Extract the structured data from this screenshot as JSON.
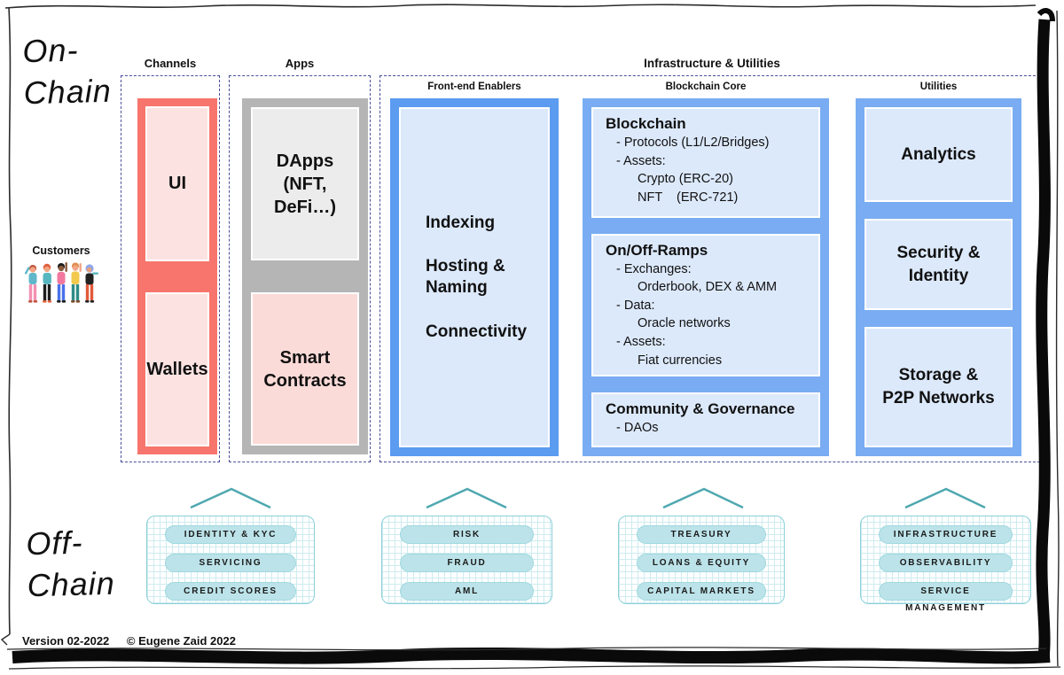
{
  "labels": {
    "on_chain_1": "On-",
    "on_chain_2": "Chain",
    "off_chain_1": "Off-",
    "off_chain_2": "Chain",
    "customers": "Customers",
    "version": "Version 02-2022",
    "copyright": "© Eugene Zaid 2022"
  },
  "channels": {
    "header": "Channels",
    "boxes": [
      {
        "label": "UI"
      },
      {
        "label": "Wallets"
      }
    ]
  },
  "apps": {
    "header": "Apps",
    "dapps_lines": [
      "DApps",
      "(NFT, DeFi…)"
    ],
    "smart_lines": [
      "Smart",
      "Contracts"
    ]
  },
  "infrastructure": {
    "header": "Infrastructure & Utilities",
    "frontend": {
      "header": "Front-end Enablers",
      "items": [
        "Indexing",
        "Hosting & Naming",
        "Connectivity"
      ]
    },
    "core": {
      "header": "Blockchain Core",
      "blockchain": {
        "title": "Blockchain",
        "lines": [
          "- Protocols (L1/L2/Bridges)",
          "- Assets:",
          "Crypto (ERC-20)",
          "NFT    (ERC-721)"
        ]
      },
      "ramps": {
        "title": "On/Off-Ramps",
        "lines": [
          "- Exchanges:",
          "Orderbook, DEX & AMM",
          "- Data:",
          "Oracle networks",
          "- Assets:",
          "Fiat currencies"
        ]
      },
      "community": {
        "title": "Community & Governance",
        "lines": [
          "- DAOs"
        ]
      }
    },
    "utilities": {
      "header": "Utilities",
      "boxes": [
        {
          "lines": [
            "Analytics",
            ""
          ]
        },
        {
          "lines": [
            "Security &",
            "Identity"
          ]
        },
        {
          "lines": [
            "Storage &",
            "P2P Networks"
          ]
        }
      ]
    }
  },
  "off_chain_groups": [
    {
      "pills": [
        "IDENTITY & KYC",
        "SERVICING",
        "CREDIT SCORES"
      ]
    },
    {
      "pills": [
        "RISK",
        "FRAUD",
        "AML"
      ]
    },
    {
      "pills": [
        "TREASURY",
        "LOANS & EQUITY",
        "CAPITAL MARKETS"
      ]
    },
    {
      "pills": [
        "INFRASTRUCTURE",
        "OBSERVABILITY",
        "SERVICE MANAGEMENT"
      ]
    }
  ],
  "colors": {
    "salmon": "#F7756C",
    "salmon_light": "#FCE3E1",
    "gray": "#B5B5B5",
    "gray_light": "#ECECEC",
    "pink_light": "#FBDBD8",
    "blue_frontend": "#5B9BF0",
    "blue_core": "#79ACF2",
    "blue_light": "#DCE9FB",
    "dashed_border": "#4A4F99",
    "teal_accent": "#4FA8B0",
    "pill_fill": "#BCE3E9"
  }
}
